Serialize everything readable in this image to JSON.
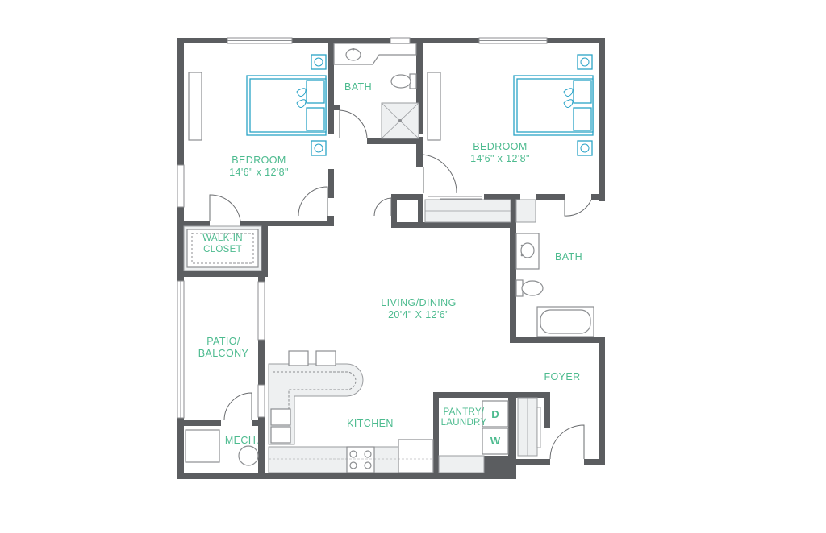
{
  "rooms": {
    "bedroom_left": {
      "name": "BEDROOM",
      "dims": "14'6\" x 12'8\""
    },
    "bedroom_right": {
      "name": "BEDROOM",
      "dims": "14'6\" x 12'8\""
    },
    "bath_top": {
      "name": "BATH"
    },
    "bath_right": {
      "name": "BATH"
    },
    "walk_in_closet": {
      "line1": "WALK-IN",
      "line2": "CLOSET"
    },
    "living_dining": {
      "name": "LIVING/DINING",
      "dims": "20'4\" X 12'6\""
    },
    "patio": {
      "line1": "PATIO/",
      "line2": "BALCONY"
    },
    "mech": {
      "name": "MECH."
    },
    "kitchen": {
      "name": "KITCHEN"
    },
    "pantry": {
      "line1": "PANTRY/",
      "line2": "LAUNDRY"
    },
    "foyer": {
      "name": "FOYER"
    }
  },
  "appliances": {
    "dryer": "D",
    "washer": "W"
  },
  "colors": {
    "wall": "#5b5d60",
    "label": "#4dbb8f",
    "furniture": "#2aa3c7"
  }
}
